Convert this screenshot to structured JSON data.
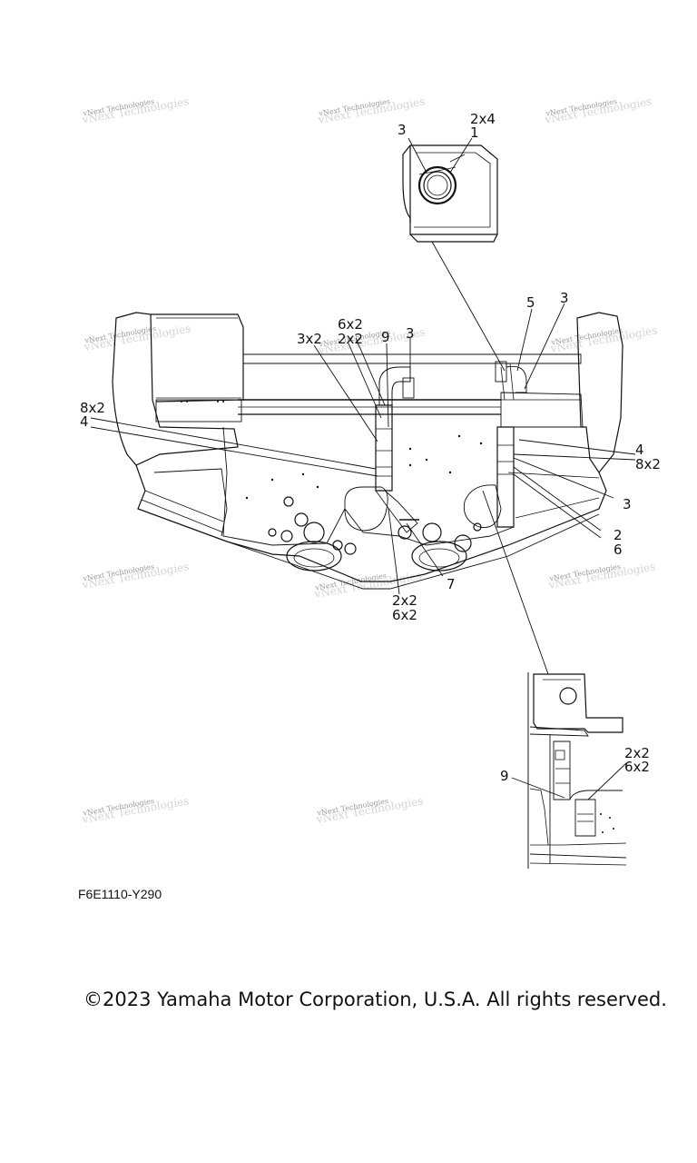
{
  "watermark": "vNext Technologies",
  "callouts": {
    "top_inset": {
      "a": "3",
      "b": "2x4",
      "c": "1"
    },
    "main": {
      "c5": "5",
      "c3_top_right": "3",
      "c6x2": "6x2",
      "c2x2": "2x2",
      "c3x2": "3x2",
      "c9": "9",
      "c3_center": "3",
      "c8x2_left": "8x2",
      "c4_left": "4",
      "c4_right": "4",
      "c8x2_right": "8x2",
      "c3_right": "3",
      "c2_right": "2",
      "c6_right": "6",
      "c7": "7",
      "c2x2_bottom": "2x2",
      "c6x2_bottom": "6x2"
    },
    "bottom_inset": {
      "c2x2": "2x2",
      "c6x2": "6x2",
      "c9": "9"
    }
  },
  "diagram_code": "F6E1110-Y290",
  "copyright": "©2023 Yamaha Motor Corporation, U.S.A. All rights reserved."
}
